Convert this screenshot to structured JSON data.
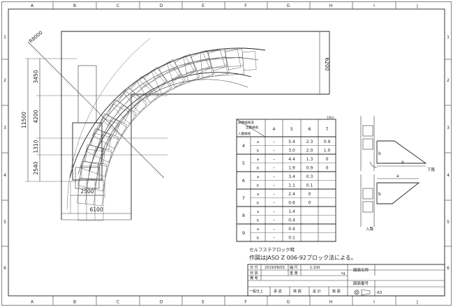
{
  "frame": {
    "columns": [
      "A",
      "B",
      "C",
      "D",
      "E",
      "F",
      "G",
      "H",
      "I",
      "J"
    ],
    "rows": [
      "1",
      "2",
      "3",
      "4",
      "5",
      "6"
    ]
  },
  "diagram": {
    "dimensions": {
      "radius": "R8000",
      "total_height": "11500",
      "h1": "3450",
      "h2": "4200",
      "h3": "1310",
      "h4": "2540",
      "width_inner": "2500",
      "width_outer": "6100",
      "right_height": "6200"
    }
  },
  "clearance_table": {
    "unit": "(m)",
    "header_right": "出勤線長",
    "header_left": "入勤線長",
    "corner_title": "通路幅員変",
    "columns": [
      "4",
      "5",
      "6",
      "7"
    ],
    "rows": [
      {
        "group": "4",
        "sub": "a",
        "values": [
          "–",
          "5.4",
          "2.3",
          "0.9"
        ]
      },
      {
        "group": "",
        "sub": "b",
        "values": [
          "–",
          "3.0",
          "2.0",
          "1.0"
        ]
      },
      {
        "group": "5",
        "sub": "a",
        "values": [
          "–",
          "4.4",
          "1.3",
          "0"
        ]
      },
      {
        "group": "",
        "sub": "b",
        "values": [
          "–",
          "1.9",
          "0.9",
          "0"
        ]
      },
      {
        "group": "6",
        "sub": "a",
        "values": [
          "–",
          "3.4",
          "0.3",
          ""
        ]
      },
      {
        "group": "",
        "sub": "b",
        "values": [
          "–",
          "1.1",
          "0.1",
          ""
        ]
      },
      {
        "group": "7",
        "sub": "a",
        "values": [
          "–",
          "2.4",
          "0",
          ""
        ]
      },
      {
        "group": "",
        "sub": "b",
        "values": [
          "–",
          "0.6",
          "0",
          ""
        ]
      },
      {
        "group": "8",
        "sub": "a",
        "values": [
          "–",
          "1.4",
          "",
          ""
        ]
      },
      {
        "group": "",
        "sub": "b",
        "values": [
          "–",
          "0.4",
          "",
          ""
        ]
      },
      {
        "group": "9",
        "sub": "a",
        "values": [
          "–",
          "0.4",
          "",
          ""
        ]
      },
      {
        "group": "",
        "sub": "b",
        "values": [
          "–",
          "0.1",
          "",
          ""
        ]
      }
    ]
  },
  "side_views": {
    "label_out": "下路",
    "label_in": "入路",
    "dim_a": "a",
    "dim_b": "b"
  },
  "notes": {
    "line1": "セルフステアロック時",
    "line2": "作図はJASO Z 006-92ブロック法による。"
  },
  "title_block": {
    "date_label": "日 付",
    "date_value": "2019/08/03",
    "scale_label": "縮 尺",
    "scale_value": "1:100",
    "material_label": "材 質",
    "weight_label": "重 量",
    "weight_unit": "kg",
    "remarks_label": "備 考",
    "drawing_name_label": "図面名称",
    "drawing_number_label": "図面番号",
    "general_finish": "一般仕上",
    "approved": "承 認",
    "checked": "検 図",
    "designed": "設 計",
    "drawn": "製 図",
    "paper_size": "A3"
  }
}
